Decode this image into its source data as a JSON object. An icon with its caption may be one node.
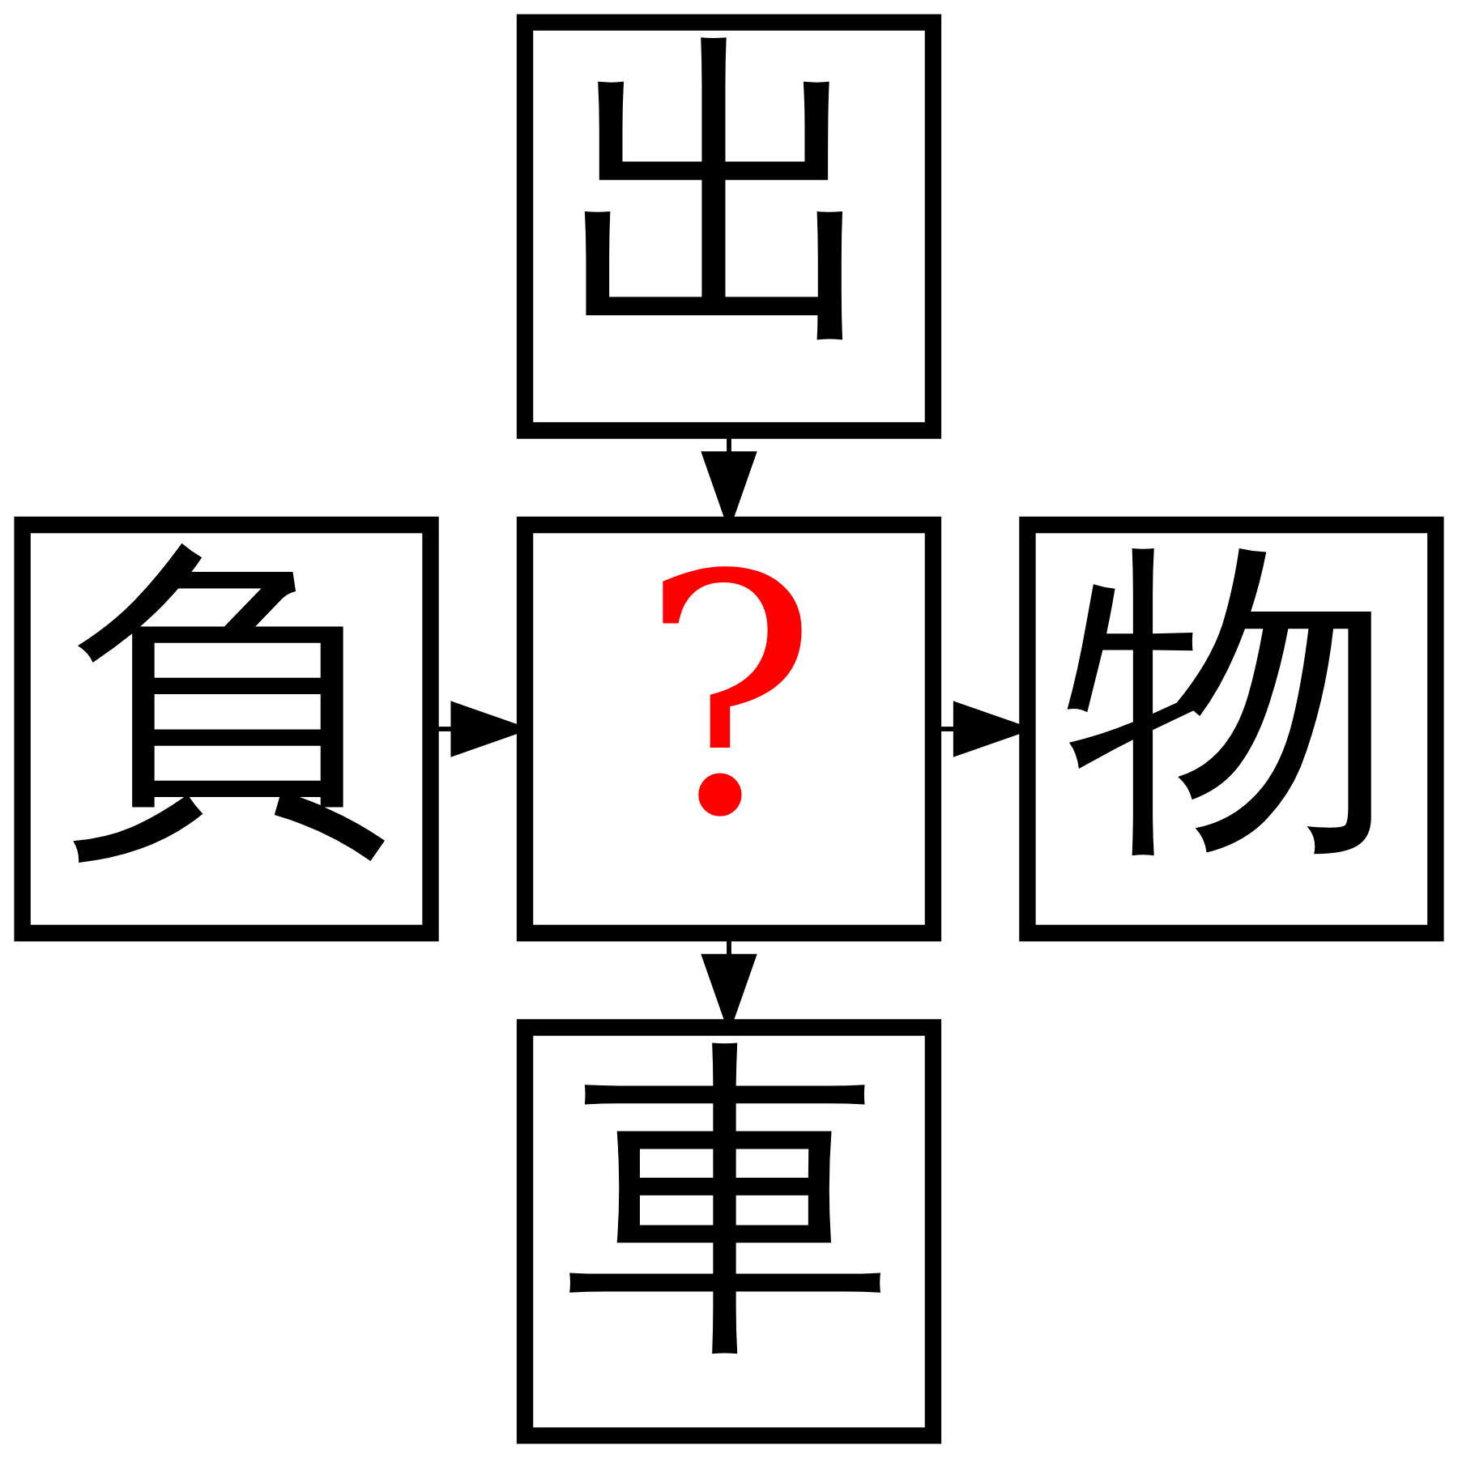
{
  "diagram": {
    "nodes": [
      {
        "text": [
          "出"
        ]
      },
      {
        "text": [
          "負"
        ]
      },
      {
        "text": [
          "?"
        ]
      },
      {
        "text": [
          "物"
        ]
      },
      {
        "text": [
          "車"
        ]
      }
    ],
    "edges": [
      {
        "from": 0,
        "to": 2,
        "arrow": "to"
      },
      {
        "from": 1,
        "to": 2,
        "arrow": "to"
      },
      {
        "from": 2,
        "to": 3,
        "arrow": "to"
      },
      {
        "from": 2,
        "to": 4,
        "arrow": "to"
      }
    ]
  }
}
